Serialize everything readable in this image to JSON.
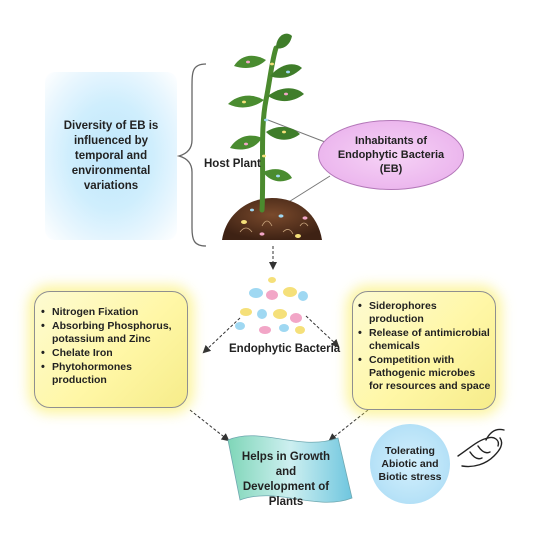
{
  "diversity_text": "Diversity of EB is influenced by temporal and environmental variations",
  "host_plant_label": "Host Plant",
  "inhabitants_text": "Inhabitants of Endophytic Bacteria (EB)",
  "endophytic_bacteria_label": "Endophytic Bacteria",
  "left_list": [
    "Nitrogen Fixation",
    "Absorbing Phosphorus, potassium and Zinc",
    "Chelate Iron",
    "Phytohormones production"
  ],
  "right_list": [
    "Siderophores production",
    "Release of antimicrobial chemicals",
    "Competition with Pathogenic microbes for resources and space"
  ],
  "helps_text": "Helps in Growth and Development of Plants",
  "tolerating_text": "Tolerating Abiotic and Biotic stress",
  "colors": {
    "diversity_bg": "#cfeefd",
    "inhabitants_bg": "#ecb7ee",
    "yellow_box": "#fff7a6",
    "banner": "#8fd8cf",
    "tolerate_bg": "#b9e3f8",
    "plant_green": "#3f7d2a",
    "soil": "#5a3320"
  },
  "icons": [
    "plant-illustration",
    "soil-mound",
    "bacteria-cluster",
    "handshake-icon",
    "brace-left"
  ]
}
